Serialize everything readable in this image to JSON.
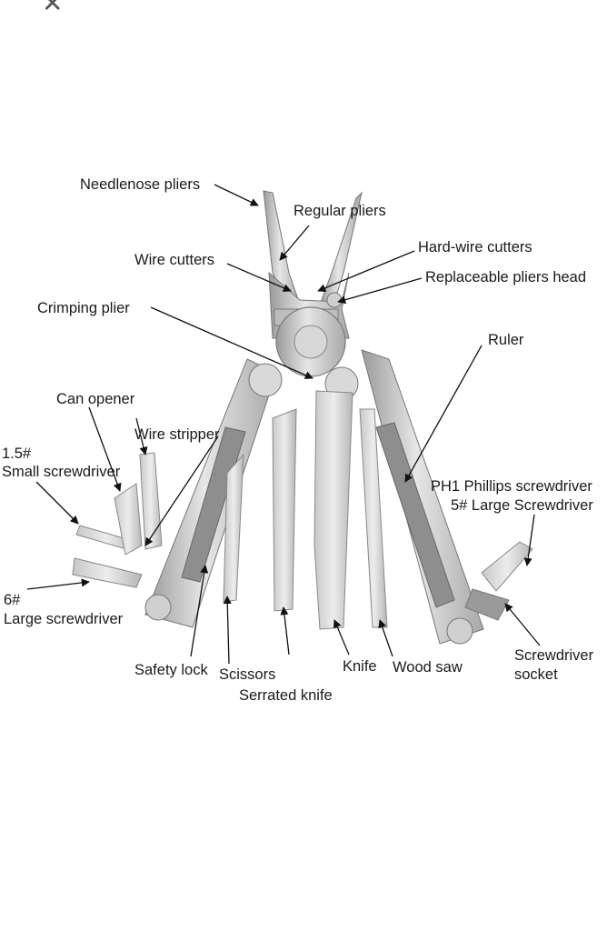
{
  "window": {
    "close_glyph": "✕",
    "close_icon": "close-icon"
  },
  "labels": {
    "needlenose_pliers": "Needlenose pliers",
    "regular_pliers": "Regular pliers",
    "wire_cutters": "Wire cutters",
    "hard_wire_cutters": "Hard-wire cutters",
    "replaceable_pliers_head": "Replaceable pliers head",
    "crimping_plier": "Crimping plier",
    "ruler": "Ruler",
    "can_opener": "Can opener",
    "wire_stripper": "Wire stripper",
    "small_screwdriver_line1": "1.5#",
    "small_screwdriver_line2": "Small screwdriver",
    "phillips_line1": "PH1 Phillips screwdriver",
    "phillips_line2": "5# Large Screwdriver",
    "large_screwdriver_line1": "6#",
    "large_screwdriver_line2": "Large screwdriver",
    "safety_lock": "Safety lock",
    "scissors": "Scissors",
    "serrated_knife": "Serrated knife",
    "knife": "Knife",
    "wood_saw": "Wood saw",
    "socket_line1": "Screwdriver",
    "socket_line2": "socket"
  },
  "colors": {
    "steel_light": "#d9d9d9",
    "steel_mid": "#b8b8b8",
    "steel_dark": "#8e8e8e",
    "line": "#111111"
  }
}
